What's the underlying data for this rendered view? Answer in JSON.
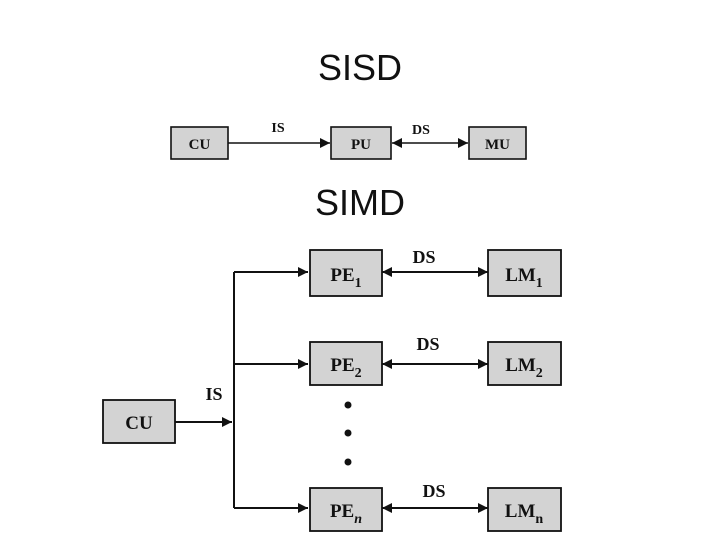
{
  "titles": {
    "sisd": "SISD",
    "simd": "SIMD"
  },
  "sisd": {
    "cu": "CU",
    "pu": "PU",
    "mu": "MU",
    "is_label": "IS",
    "ds_label": "DS"
  },
  "simd": {
    "cu": "CU",
    "is_label": "IS",
    "rows": [
      {
        "pe": "PE",
        "pe_sub": "1",
        "lm": "LM",
        "lm_sub": "1",
        "ds": "DS"
      },
      {
        "pe": "PE",
        "pe_sub": "2",
        "lm": "LM",
        "lm_sub": "2",
        "ds": "DS"
      },
      {
        "pe": "PE",
        "pe_sub": "n",
        "lm": "LM",
        "lm_sub": "n",
        "ds": "DS"
      }
    ]
  },
  "colors": {
    "box_fill": "#d3d3d3",
    "stroke": "#111111",
    "background": "#ffffff"
  }
}
